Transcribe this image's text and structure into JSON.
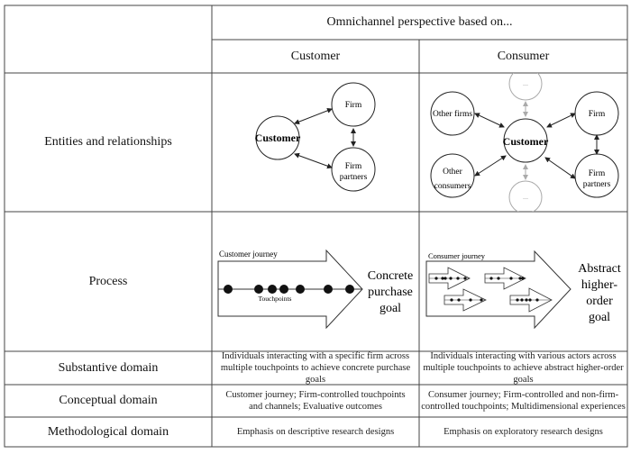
{
  "table": {
    "header": {
      "span_title": "Omnichannel perspective based on...",
      "columns": [
        "Customer",
        "Consumer"
      ]
    },
    "rows": [
      {
        "label": "Entities and relationships",
        "customer": {
          "center": "Customer",
          "nodes": [
            "Firm",
            "Firm partners"
          ]
        },
        "consumer": {
          "center": "Customer",
          "nodes": [
            "Other firms",
            "Firm",
            "Other consumers",
            "Firm partners"
          ],
          "faded_nodes": [
            "...",
            "..."
          ]
        }
      },
      {
        "label": "Process",
        "customer": {
          "journey_label": "Customer journey",
          "touchpoints_label": "Touchpoints",
          "goal": [
            "Concrete",
            "purchase",
            "goal"
          ]
        },
        "consumer": {
          "journey_label": "Consumer journey",
          "goal": [
            "Abstract",
            "higher-",
            "order",
            "goal"
          ]
        }
      },
      {
        "label": "Substantive domain",
        "customer": "Individuals interacting with a specific firm across multiple touchpoints to achieve concrete purchase goals",
        "consumer": "Individuals interacting with various actors across multiple touchpoints to achieve abstract higher-order goals"
      },
      {
        "label": "Conceptual domain",
        "customer": "Customer journey; Firm-controlled touchpoints and channels; Evaluative outcomes",
        "consumer": "Consumer journey; Firm-controlled and non-firm-controlled touchpoints; Multidimensional experiences"
      },
      {
        "label": "Methodological domain",
        "customer": "Emphasis on descriptive research designs",
        "consumer": "Emphasis on exploratory research designs"
      }
    ]
  }
}
